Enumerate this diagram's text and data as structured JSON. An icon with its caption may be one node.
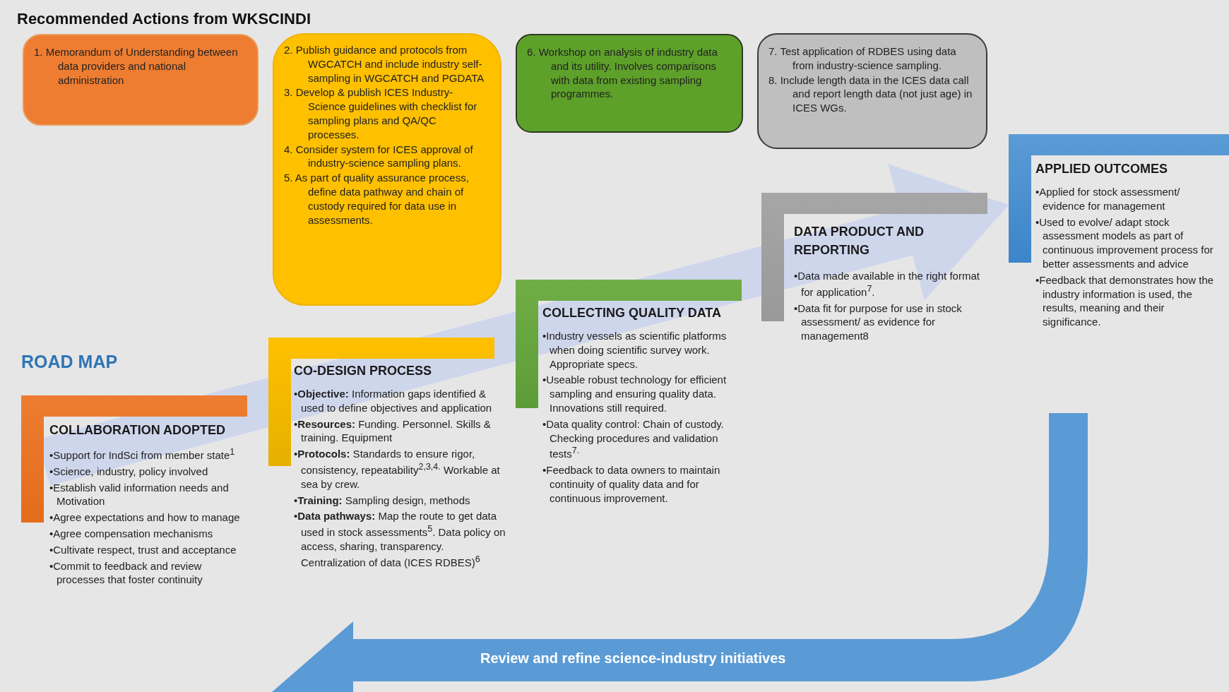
{
  "diagram": {
    "title": "Recommended Actions from WKSCINDI",
    "nodes": [
      {
        "text": [
          "1. Memorandum of Understanding between data providers and national administration"
        ]
      },
      {
        "text": [
          "2. Publish guidance and protocols from WGCATCH and include industry self-sampling in WGCATCH and PGDATA",
          "3. Develop & publish ICES Industry-Science guidelines with checklist for sampling plans and QA/QC processes.",
          "4. Consider system for ICES approval of industry-science sampling plans.",
          "5. As part of quality assurance process, define data pathway and chain of custody required for data use in assessments."
        ]
      },
      {
        "text": [
          "6. Workshop on analysis of industry data and its utility. Involves comparisons with data from existing sampling programmes."
        ]
      },
      {
        "text": [
          "7. Test application of RDBES using data from industry-science sampling.",
          "8. Include length data in the ICES data call and report length data (not just age) in ICES WGs."
        ]
      },
      {
        "text": [
          "COLLABORATION ADOPTED",
          "•Support for IndSci from member state$^{1}$",
          "•Science, industry, policy involved",
          "•Establish valid information needs and Motivation",
          "•Agree expectations and how to manage",
          "•Agree compensation mechanisms",
          "•Cultivate respect, trust and acceptance",
          "•Commit to feedback and review processes that foster continuity"
        ]
      },
      {
        "text": [
          "CO-DESIGN PROCESS",
          "•**Objective:** Information gaps identified & used to define objectives and application",
          "•**Resources:** Funding. Personnel. Skills & training. Equipment",
          "•**Protocols:** Standards to ensure rigor, consistency, repeatability$^{2,3,4.}$ Workable at sea by crew.",
          "•**Training:** Sampling design, methods",
          "•**Data pathways:** Map the route to get data used in stock assessments$^{5}$. Data policy on access, sharing, transparency. Centralization of data (ICES RDBES)$^{6}$"
        ]
      },
      {
        "text": [
          "COLLECTING QUALITY DATA",
          "•Industry vessels as scientific platforms when doing scientific survey work. Appropriate specs.",
          "•Useable robust technology for efficient sampling and ensuring quality data. Innovations still required.",
          "•Data quality control: Chain of custody. Checking procedures and validation tests$^{7.}$",
          "•Feedback to data owners to maintain continuity of quality data and for continuous improvement."
        ]
      },
      {
        "text": [
          "DATA PRODUCT AND REPORTING",
          "•Data made available in the right format for application$^{7}$.",
          "•Data fit for purpose for use in stock assessment/ as evidence for management8"
        ]
      },
      {
        "text": [
          "APPLIED OUTCOMES",
          "•Applied for stock assessment/ evidence for management",
          "•Used to evolve/ adapt stock assessment models as part of continuous improvement process for better assessments and advice",
          "•Feedback that demonstrates how the industry information is used, the results, meaning and their significance."
        ]
      },
      {
        "text": [
          "Review and refine science-industry initiatives"
        ]
      }
    ],
    "edges": [
      {
        "from": 4,
        "to": 8,
        "arrow": "to"
      }
    ],
    "labels": [
      "ROAD MAP"
    ]
  }
}
